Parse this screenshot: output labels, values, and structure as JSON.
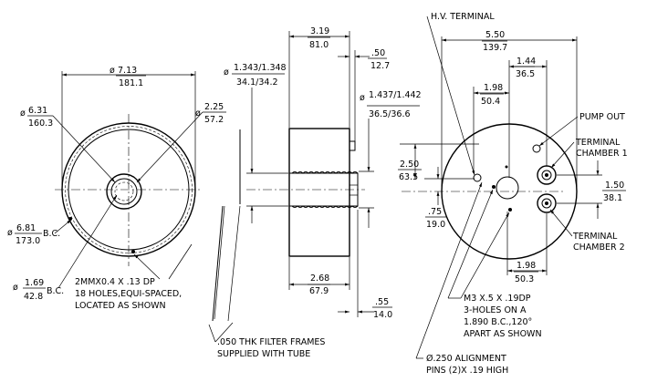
{
  "front_view": {
    "outer_dia_in": "7.13",
    "outer_dia_mm": "181.1",
    "inner_ring_in": "6.31",
    "inner_ring_mm": "160.3",
    "bolt_circle_in": "6.81",
    "bolt_circle_mm": "173.0",
    "bc_suffix": "B.C.",
    "hub_in": "2.25",
    "hub_mm": "57.2",
    "center_bc_in": "1.69",
    "center_bc_mm": "42.8",
    "center_bc_suffix": "B.C.",
    "holes_note": [
      "2MMX0.4 X .13 DP",
      "18 HOLES,EQUI-SPACED,",
      "LOCATED AS SHOWN"
    ]
  },
  "side_view": {
    "width_in": "3.19",
    "width_mm": "81.0",
    "step_in": ".50",
    "step_mm": "12.7",
    "dia1_in": "1.343/1.348",
    "dia1_mm": "34.1/34.2",
    "dia2_in": "1.437/1.442",
    "dia2_mm": "36.5/36.6",
    "body_in": "2.68",
    "body_mm": "67.9",
    "stub_in": ".55",
    "stub_mm": "14.0",
    "filter_note": [
      ".050 THK FILTER FRAMES",
      "SUPPLIED WITH TUBE"
    ]
  },
  "rear_view": {
    "hv_terminal": "H.V. TERMINAL",
    "width_in": "5.50",
    "width_mm": "139.7",
    "d1_in": "1.44",
    "d1_mm": "36.5",
    "d2_in": "1.98",
    "d2_mm": "50.4",
    "pump_out": "PUMP OUT",
    "terminal_chamber_1": [
      "TERMINAL",
      "CHAMBER 1"
    ],
    "terminal_chamber_2": [
      "TERMINAL",
      "CHAMBER 2"
    ],
    "v1_in": "2.50",
    "v1_mm": "63.5",
    "v2_in": ".75",
    "v2_mm": "19.0",
    "v3_in": "1.50",
    "v3_mm": "38.1",
    "bottom_in": "1.98",
    "bottom_mm": "50.3",
    "m3_note": [
      "M3 X.5 X .19DP",
      "3-HOLES ON A",
      "1.890 B.C.,120°",
      "APART AS SHOWN"
    ],
    "alignment_note": [
      "Ø.250 ALIGNMENT",
      "PINS (2)X .19 HIGH"
    ]
  },
  "symbols": {
    "diameter": "ø"
  }
}
